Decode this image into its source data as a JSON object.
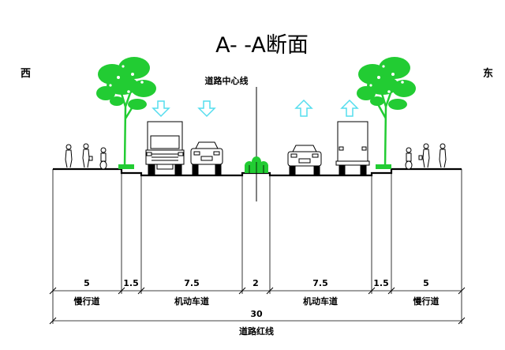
{
  "title": "A- -A断面",
  "west_label": "西",
  "east_label": "东",
  "centerline_label": "道路中心线",
  "segments": [
    {
      "width": "5",
      "label": "慢行道"
    },
    {
      "width": "1.5",
      "label": ""
    },
    {
      "width": "7.5",
      "label": "机动车道"
    },
    {
      "width": "2",
      "label": ""
    },
    {
      "width": "7.5",
      "label": "机动车道"
    },
    {
      "width": "1.5",
      "label": ""
    },
    {
      "width": "5",
      "label": "慢行道"
    }
  ],
  "total": {
    "width": "30",
    "label": "道路红线"
  },
  "colors": {
    "tree": "#22cc33",
    "arrow": "#55ddee",
    "ground": "#000000"
  },
  "icons": [
    "tree-icon",
    "truck-icon",
    "car-icon",
    "pedestrian-icon",
    "cyclist-icon",
    "direction-arrow-icon",
    "shrub-icon"
  ]
}
